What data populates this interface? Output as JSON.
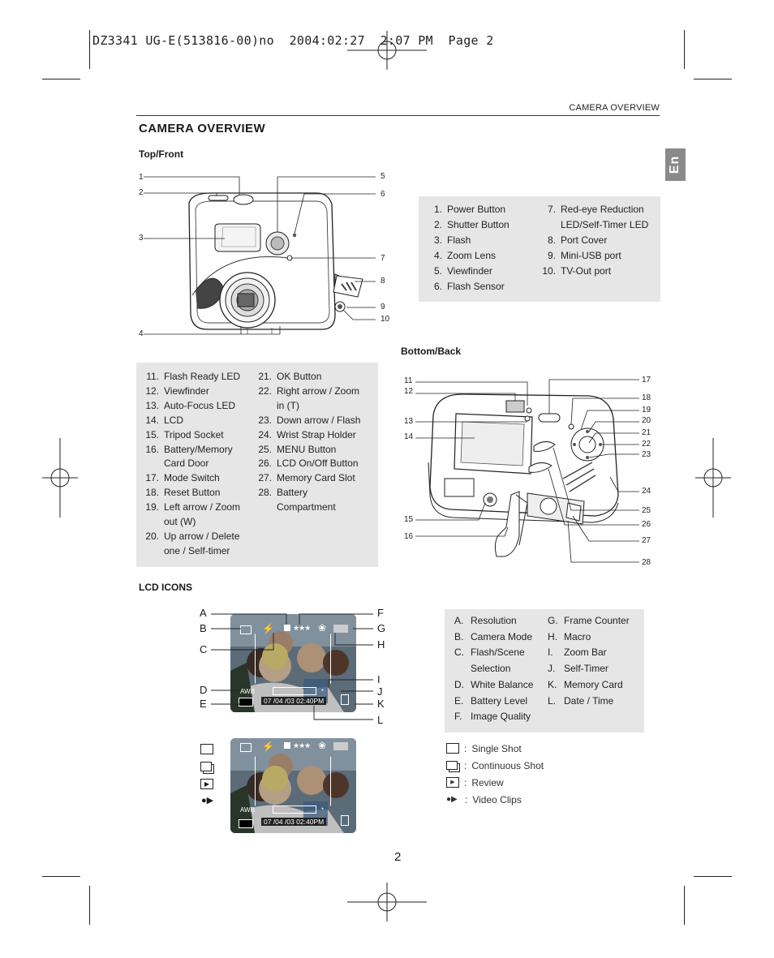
{
  "slug": "DZ3341 UG-E(513816-00)no  2004:02:27  2:07 PM  Page 2",
  "header_right": "CAMERA OVERVIEW",
  "title": "CAMERA OVERVIEW",
  "lang_tab": "En",
  "page_number": "2",
  "top_front": {
    "heading": "Top/Front",
    "callouts_left": [
      "1",
      "2",
      "3",
      "4"
    ],
    "callouts_right": [
      "5",
      "6",
      "7",
      "8",
      "9",
      "10"
    ],
    "list_col1": [
      {
        "num": "1.",
        "text": "Power Button"
      },
      {
        "num": "2.",
        "text": "Shutter Button"
      },
      {
        "num": "3.",
        "text": "Flash"
      },
      {
        "num": "4.",
        "text": "Zoom Lens"
      },
      {
        "num": "5.",
        "text": "Viewfinder"
      },
      {
        "num": "6.",
        "text": "Flash Sensor"
      }
    ],
    "list_col2": [
      {
        "num": "7.",
        "text": "Red-eye Reduction\nLED/Self-Timer LED"
      },
      {
        "num": "8.",
        "text": "Port Cover"
      },
      {
        "num": "9.",
        "text": "Mini-USB port"
      },
      {
        "num": "10.",
        "text": "TV-Out port"
      }
    ]
  },
  "bottom_back": {
    "heading": "Bottom/Back",
    "callouts_left": [
      "11",
      "12",
      "13",
      "14",
      "15",
      "16"
    ],
    "callouts_right": [
      "17",
      "18",
      "19",
      "20",
      "21",
      "22",
      "23",
      "24",
      "25",
      "26",
      "27",
      "28"
    ],
    "list_col1": [
      {
        "num": "11.",
        "text": "Flash Ready LED"
      },
      {
        "num": "12.",
        "text": "Viewfinder"
      },
      {
        "num": "13.",
        "text": "Auto-Focus LED"
      },
      {
        "num": "14.",
        "text": "LCD"
      },
      {
        "num": "15.",
        "text": "Tripod Socket"
      },
      {
        "num": "16.",
        "text": "Battery/Memory\nCard Door"
      },
      {
        "num": "17.",
        "text": "Mode Switch"
      },
      {
        "num": "18.",
        "text": "Reset Button"
      },
      {
        "num": "19.",
        "text": "Left arrow / Zoom\nout (W)"
      },
      {
        "num": "20.",
        "text": "Up arrow / Delete\none / Self-timer"
      }
    ],
    "list_col2": [
      {
        "num": "21.",
        "text": "OK Button"
      },
      {
        "num": "22.",
        "text": "Right arrow / Zoom\nin (T)"
      },
      {
        "num": "23.",
        "text": "Down arrow / Flash"
      },
      {
        "num": "24.",
        "text": "Wrist Strap Holder"
      },
      {
        "num": "25.",
        "text": "MENU Button"
      },
      {
        "num": "26.",
        "text": "LCD On/Off Button"
      },
      {
        "num": "27.",
        "text": "Memory Card Slot"
      },
      {
        "num": "28.",
        "text": "Battery\nCompartment"
      }
    ]
  },
  "lcd_icons": {
    "heading": "LCD ICONS",
    "callouts_left": [
      "A",
      "B",
      "C",
      "D",
      "E"
    ],
    "callouts_right": [
      "F",
      "G",
      "H",
      "I",
      "J",
      "K",
      "L"
    ],
    "datetime": "07 /04 /03  02:40PM",
    "list_col1": [
      {
        "num": "A.",
        "text": "Resolution"
      },
      {
        "num": "B.",
        "text": "Camera Mode"
      },
      {
        "num": "C.",
        "text": "Flash/Scene\nSelection"
      },
      {
        "num": "D.",
        "text": "White Balance"
      },
      {
        "num": "E.",
        "text": "Battery Level"
      },
      {
        "num": "F.",
        "text": "Image Quality"
      }
    ],
    "list_col2": [
      {
        "num": "G.",
        "text": "Frame Counter"
      },
      {
        "num": "H.",
        "text": "Macro"
      },
      {
        "num": "I.",
        "text": "Zoom Bar"
      },
      {
        "num": "J.",
        "text": "Self-Timer"
      },
      {
        "num": "K.",
        "text": "Memory Card"
      },
      {
        "num": "L.",
        "text": "Date / Time"
      }
    ],
    "modes": [
      {
        "icon": "single-shot-icon",
        "sep": ":",
        "label": "Single Shot"
      },
      {
        "icon": "continuous-shot-icon",
        "sep": ":",
        "label": "Continuous Shot"
      },
      {
        "icon": "review-icon",
        "sep": ":",
        "label": "Review"
      },
      {
        "icon": "video-clips-icon",
        "sep": ":",
        "label": "Video Clips"
      }
    ]
  }
}
